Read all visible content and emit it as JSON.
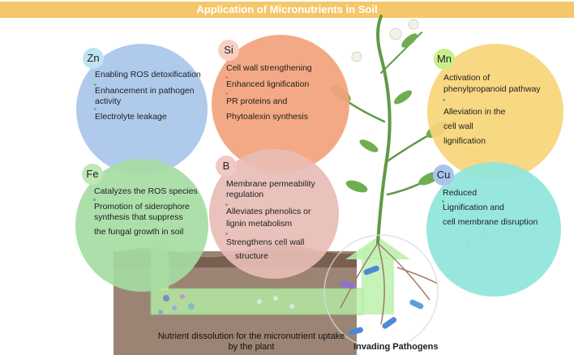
{
  "title": "Application of Micronutrients in Soil",
  "nutrients": {
    "zn": {
      "symbol": "Zn",
      "effects": [
        "Enabling ROS detoxification",
        "Enhancement in pathogen",
        "activity",
        "Electrolyte leakage"
      ]
    },
    "si": {
      "symbol": "Si",
      "effects": [
        "Cell wall strengthening",
        "Enhanced lignification",
        "PR proteins and",
        "Phytoalexin synthesis"
      ]
    },
    "mn": {
      "symbol": "Mn",
      "effects": [
        "Activation of",
        "phenylpropanoid pathway",
        "Alleviation in the",
        "cell wall",
        "lignification"
      ]
    },
    "fe": {
      "symbol": "Fe",
      "effects": [
        "Catalyzes the ROS species",
        "Promotion of siderophore",
        "synthesis that suppress",
        "the fungal growth in soil"
      ]
    },
    "b": {
      "symbol": "B",
      "effects": [
        "Membrane permeability",
        "regulation",
        "Alleviates phenolics or",
        "lignin metabolism",
        "Strengthens cell wall",
        "structure"
      ]
    },
    "cu": {
      "symbol": "Cu",
      "effects": [
        "Reduced",
        "Lignification and",
        "cell membrane disruption"
      ]
    }
  },
  "soil_caption": "Nutrient dissolution for the micronutrient uptake by the plant",
  "pathogens_caption": "Invading Pathogens",
  "colors": {
    "banner": "#f5c76a",
    "zn": "#a9c5ea",
    "si": "#f3a27c",
    "mn": "#f9d57a",
    "fe": "#a6dca3",
    "b": "#e7bdb5",
    "cu": "#8fe5dc",
    "arrow": "#b6f0a6",
    "soil": "#8b6e5c"
  }
}
